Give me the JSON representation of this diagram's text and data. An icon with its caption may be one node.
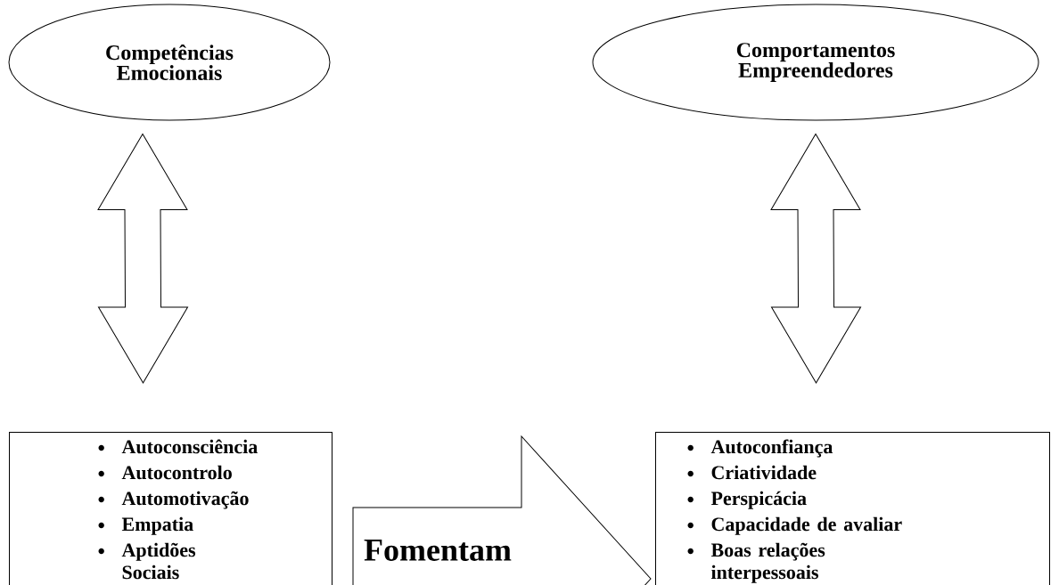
{
  "diagram": {
    "nodes": [
      {
        "text": [
          "Competências Emocionais"
        ]
      },
      {
        "text": [
          "Comportamentos Empreendedores"
        ]
      },
      {
        "text": [
          "Autoconsciência",
          "Autocontrolo",
          "Automotivação",
          "Empatia",
          "Aptidões Sociais"
        ]
      },
      {
        "text": [
          "Autoconfiança",
          "Criatividade",
          "Perspicácia",
          "Capacidade de avaliar",
          "Boas relações interpessoais"
        ]
      }
    ],
    "edges": [
      {
        "from": 0,
        "to": 2,
        "arrow": "both"
      },
      {
        "from": 1,
        "to": 3,
        "arrow": "both"
      },
      {
        "from": 2,
        "to": 3,
        "arrow": "to",
        "label": "Fomentam"
      }
    ]
  }
}
